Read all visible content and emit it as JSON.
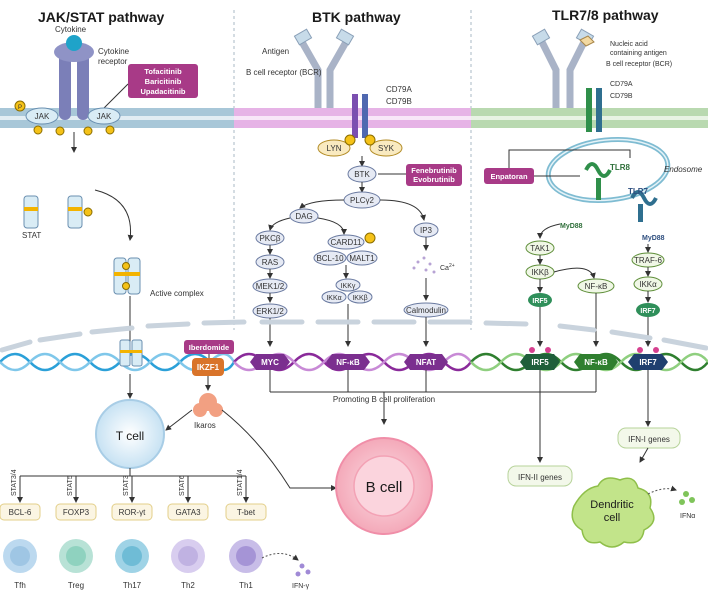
{
  "titles": {
    "jak": "JAK/STAT pathway",
    "btk": "BTK pathway",
    "tlr": "TLR7/8 pathway"
  },
  "jak": {
    "cytokine": "Cytokine",
    "cytokine_receptor_1": "Cytokine",
    "cytokine_receptor_2": "receptor",
    "drug_1": "Tofacitinib",
    "drug_2": "Baricitinib",
    "drug_3": "Upadacitinib",
    "jak_left": "JAK",
    "jak_right": "JAK",
    "stat": "STAT",
    "active_complex": "Active complex",
    "phospho": "P"
  },
  "btk": {
    "antigen": "Antigen",
    "bcr": "B cell receptor (BCR)",
    "cd79a": "CD79A",
    "cd79b": "CD79B",
    "lyn": "LYN",
    "syk": "SYK",
    "btk": "BTK",
    "drug_1": "Fenebrutinib",
    "drug_2": "Evobrutinib",
    "plcg2": "PLCγ2",
    "dag": "DAG",
    "pkcb": "PKCβ",
    "ras": "RAS",
    "mek": "MEK1/2",
    "erk": "ERK1/2",
    "card11": "CARD11",
    "bcl10": "BCL-10",
    "malt1": "MALT1",
    "ikkg": "IKKγ",
    "ikka": "IKKα",
    "ikkb": "IKKβ",
    "ip3": "IP3",
    "ca": "Ca",
    "ca_sup": "2+",
    "calmodulin": "Calmodulin"
  },
  "tlr": {
    "nucleic_1": "Nucleic acid",
    "nucleic_2": "containing antigen",
    "bcr": "B cell receptor (BCR)",
    "cd79a": "CD79A",
    "cd79b": "CD79B",
    "endosome": "Endosome",
    "drug": "Enpatoran",
    "tlr8": "TLR8",
    "tlr7": "TLR7",
    "myd88_left": "MyD88",
    "myd88_right": "MyD88",
    "tak1": "TAK1",
    "ikkb": "IKKβ",
    "nfkb": "NF-κB",
    "traf6": "TRAF-6",
    "ikka": "IKKα",
    "irf5": "IRF5",
    "irf7": "IRF7"
  },
  "nucleus": {
    "iberdomide": "Iberdomide",
    "ikzf1": "IKZF1",
    "myc": "MYC",
    "nfkb": "NF-κB",
    "nfat": "NFAT",
    "irf5": "IRF5",
    "nfkb2": "NF-κB",
    "irf7": "IRF7",
    "promoting": "Promoting B cell proliferation"
  },
  "cells": {
    "tcell": "T cell",
    "ikaros": "Ikaros",
    "bcell": "B cell",
    "ifn2": "IFN-II genes",
    "ifn1": "IFN-I genes",
    "dendritic_1": "Dendritic",
    "dendritic_2": "cell",
    "ifna": "IFNα",
    "ifng": "IFN-γ",
    "stat_labels": [
      "STAT3/4",
      "STAT5",
      "STAT3",
      "STAT6",
      "STAT1/4"
    ],
    "tfs": [
      "BCL-6",
      "FOXP3",
      "ROR-γt",
      "GATA3",
      "T-bet"
    ],
    "subsets": [
      "Tfh",
      "Treg",
      "Th17",
      "Th2",
      "Th1"
    ]
  }
}
